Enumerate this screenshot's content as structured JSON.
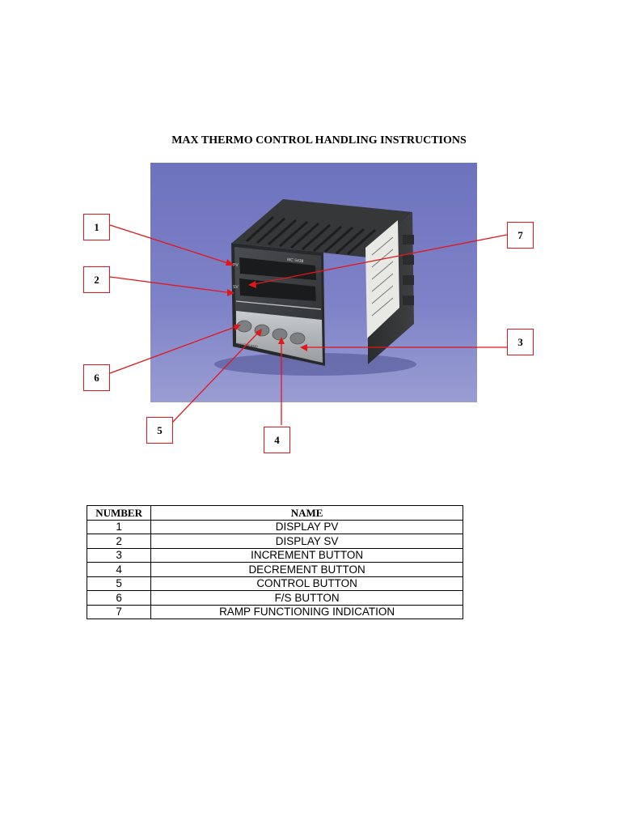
{
  "title": "MAX THERMO CONTROL HANDLING INSTRUCTIONS",
  "device": {
    "model_label": "MC 5438",
    "indicator_pv": "PV",
    "indicator_sv": "SV",
    "brand": "MAXTHERMO"
  },
  "colors": {
    "callout_red": "#e3161b",
    "photo_background": "#7a7fc4",
    "device_body": "#3b3d3f"
  },
  "callouts": [
    {
      "number": "1"
    },
    {
      "number": "2"
    },
    {
      "number": "3"
    },
    {
      "number": "4"
    },
    {
      "number": "5"
    },
    {
      "number": "6"
    },
    {
      "number": "7"
    }
  ],
  "table": {
    "headers": {
      "number": "NUMBER",
      "name": "NAME"
    },
    "rows": [
      {
        "number": "1",
        "name": "DISPLAY PV"
      },
      {
        "number": "2",
        "name": "DISPLAY SV"
      },
      {
        "number": "3",
        "name": "INCREMENT BUTTON"
      },
      {
        "number": "4",
        "name": "DECREMENT BUTTON"
      },
      {
        "number": "5",
        "name": "CONTROL BUTTON"
      },
      {
        "number": "6",
        "name": "F/S BUTTON"
      },
      {
        "number": "7",
        "name": "RAMP FUNCTIONING INDICATION"
      }
    ]
  }
}
